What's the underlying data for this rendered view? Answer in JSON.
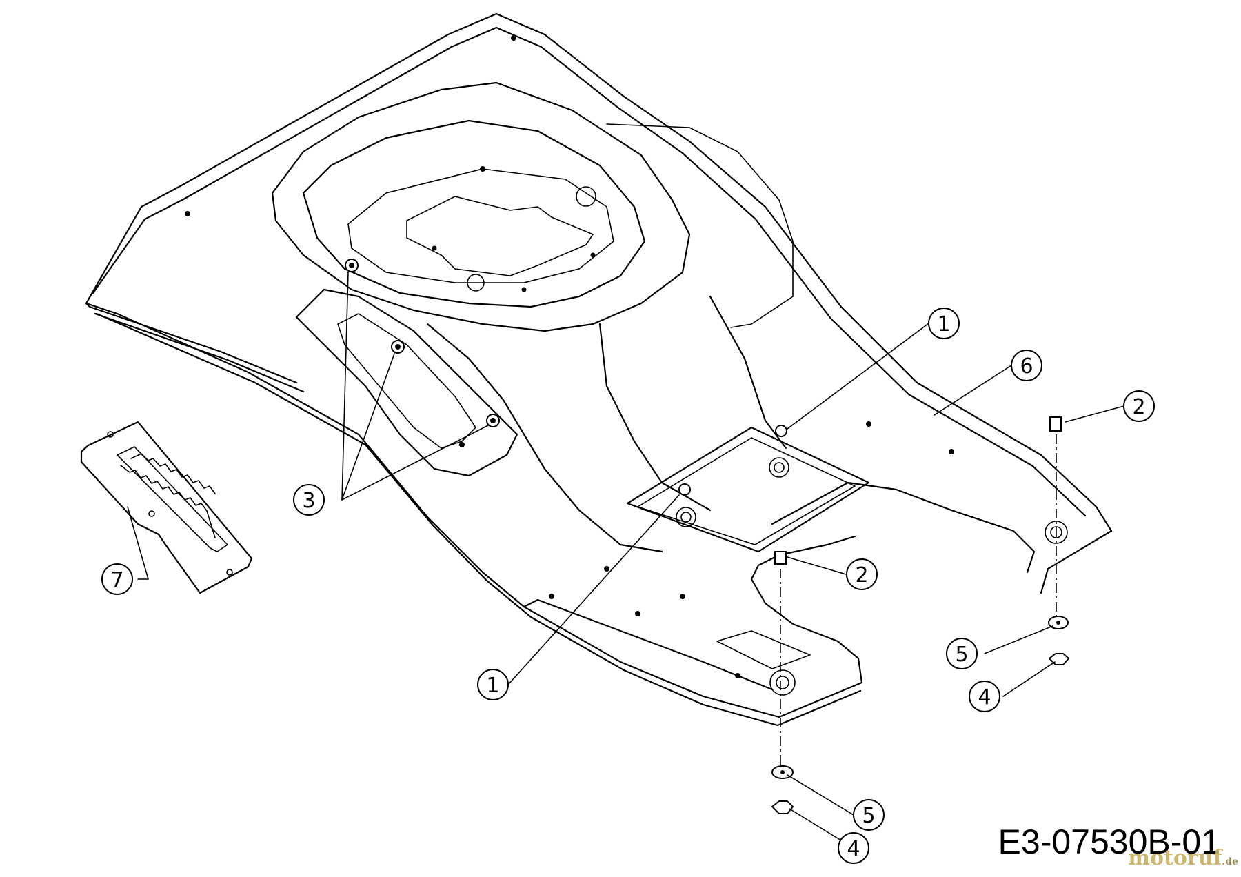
{
  "diagram": {
    "drawing_number": "E3-07530B-01",
    "watermark": {
      "brand": "motoruf",
      "suffix": ".de"
    },
    "callouts": [
      "1",
      "1",
      "2",
      "2",
      "3",
      "4",
      "4",
      "5",
      "5",
      "6",
      "7"
    ]
  }
}
